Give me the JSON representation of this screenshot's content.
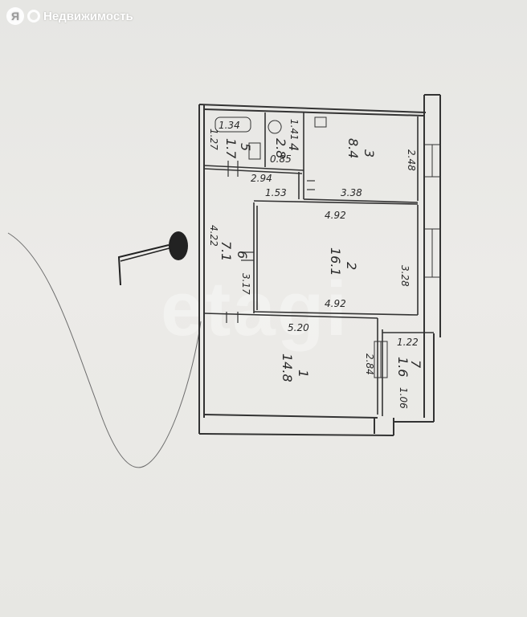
{
  "brand": {
    "logo_letter": "Я",
    "name": "Недвижимость"
  },
  "watermark": "etagi",
  "rooms": [
    {
      "number": "1",
      "area": "14.8"
    },
    {
      "number": "2",
      "area": "16.1"
    },
    {
      "number": "3",
      "area": "8.4"
    },
    {
      "number": "4",
      "area": "2.8"
    },
    {
      "number": "5",
      "area": "1.7"
    },
    {
      "number": "6",
      "area": "7.1"
    },
    {
      "number": "7",
      "area": "1.6"
    }
  ],
  "dimensions": {
    "d1_34": "1.34",
    "d1_27": "1.27",
    "d1_41": "1.41",
    "d0_85": "0.85",
    "d2_94": "2.94",
    "d1_53": "1.53",
    "d3_38": "3.38",
    "d2_48": "2.48",
    "d4_92_top": "4.92",
    "d4_92_bottom": "4.92",
    "d4_22": "4.22",
    "d3_28": "3.28",
    "d3_17": "3.17",
    "d5_20": "5.20",
    "d2_84": "2.84",
    "d1_22": "1.22",
    "d1_06": "1.06"
  }
}
